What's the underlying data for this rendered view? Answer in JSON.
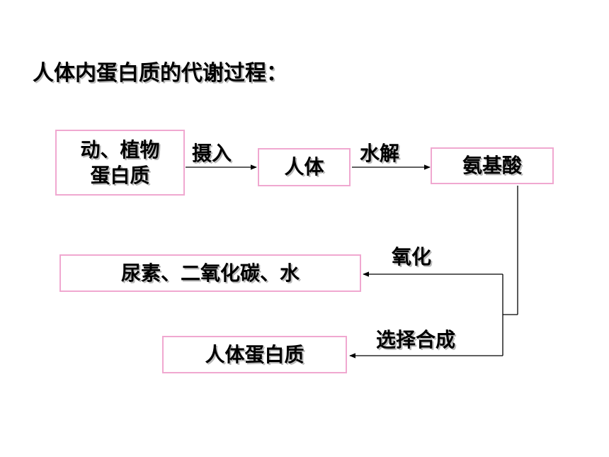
{
  "title": "人体内蛋白质的代谢过程：",
  "nodes": {
    "source_protein": "动、植物\n蛋白质",
    "human_body": "人体",
    "amino_acid": "氨基酸",
    "oxidation_products": "尿素、二氧化碳、水",
    "human_protein": "人体蛋白质"
  },
  "edges": {
    "ingest": "摄入",
    "hydrolysis": "水解",
    "oxidation": "氧化",
    "synthesis": "选择合成"
  },
  "colors": {
    "box_border": "#f0a8d0",
    "line": "#000000",
    "text_shadow": "#b9b9b9"
  }
}
